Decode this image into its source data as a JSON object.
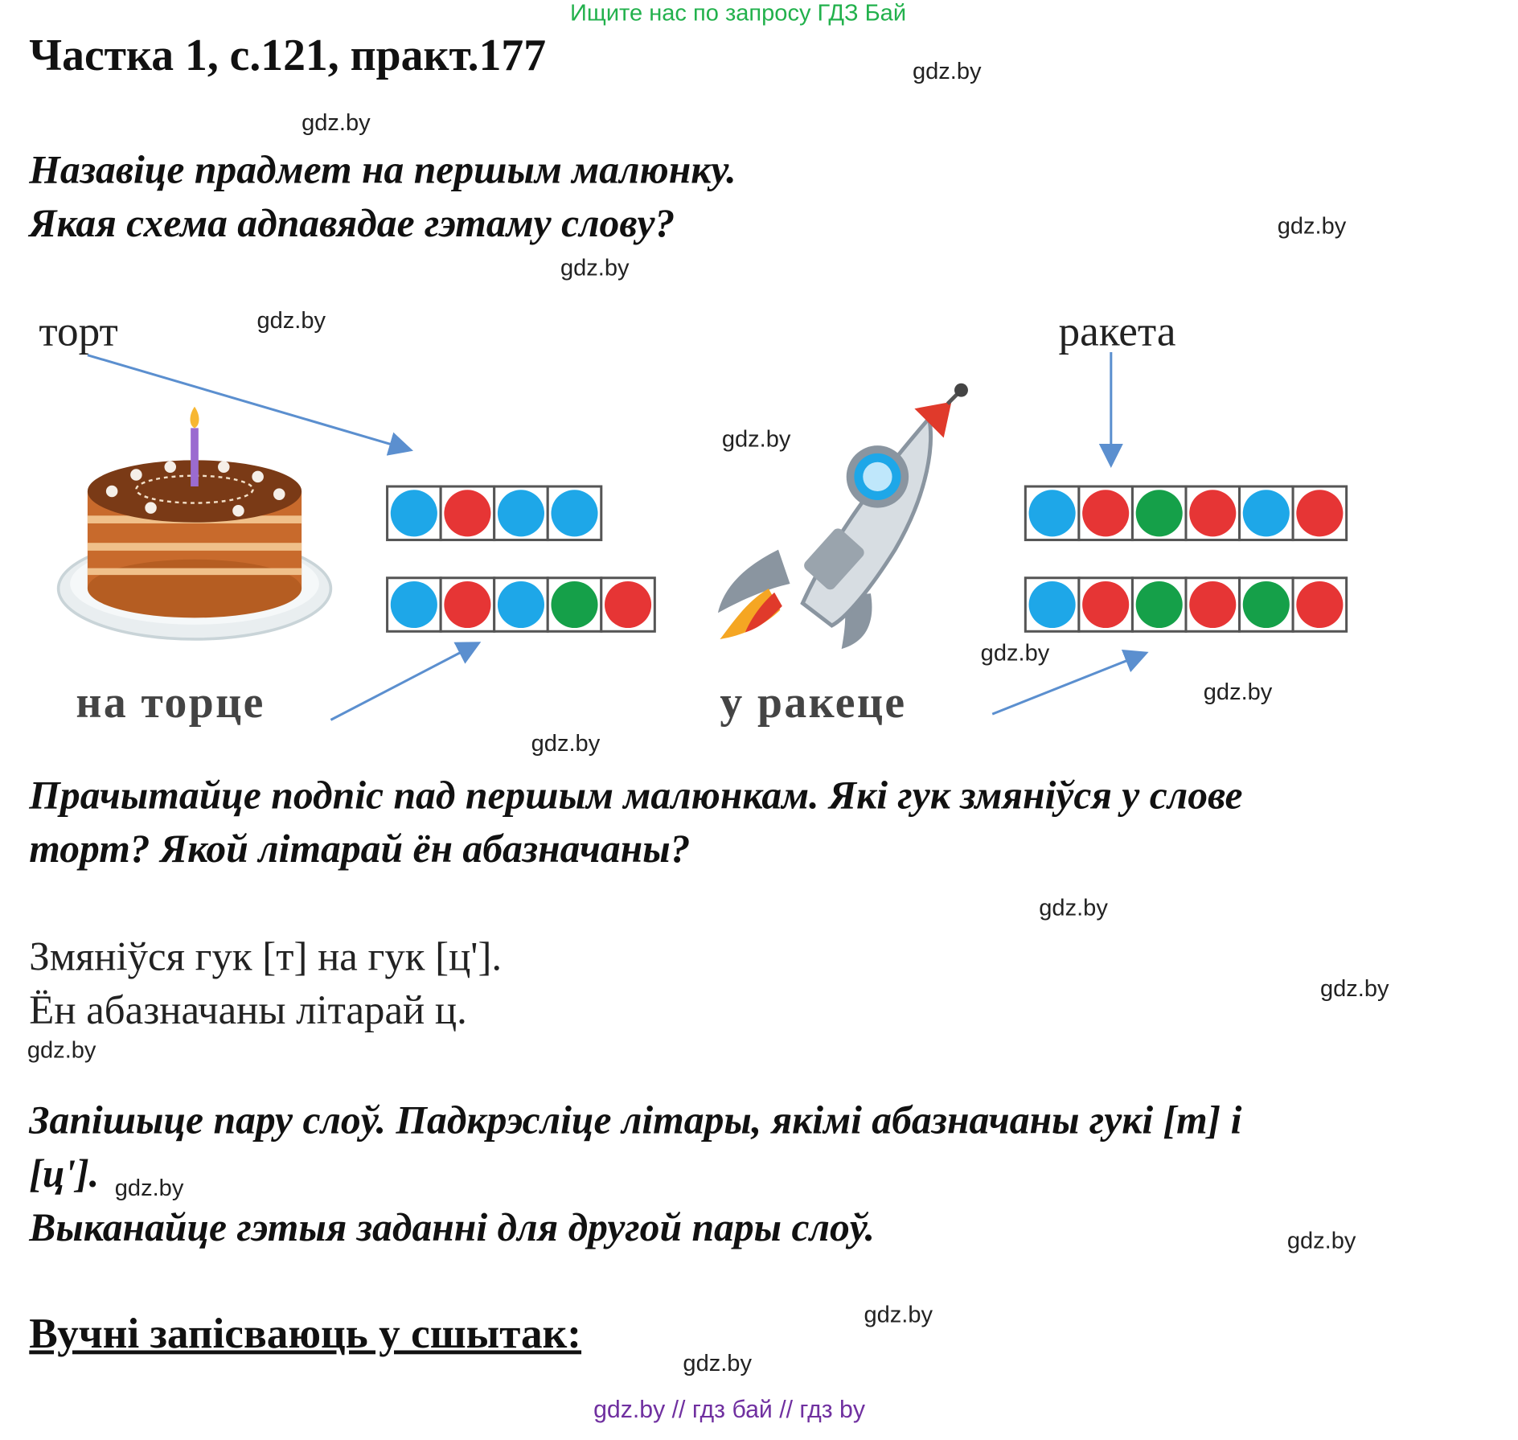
{
  "banner": "Ищите нас по запросу ГДЗ Бай",
  "heading": "Частка 1, с.121, практ.177",
  "task1": {
    "line1": "Назавіце прадмет на першым малюнку.",
    "line2": "Якая схема адпавядае гэтаму слову?"
  },
  "labels": {
    "tort": "торт",
    "raketa": "ракета"
  },
  "captions": {
    "cake": "на торце",
    "rocket": "у ракеце"
  },
  "schemes": {
    "cake_row1": [
      "blue",
      "red",
      "blue",
      "blue"
    ],
    "cake_row2": [
      "blue",
      "red",
      "blue",
      "green",
      "red"
    ],
    "rocket_row1": [
      "blue",
      "red",
      "green",
      "red",
      "blue",
      "red"
    ],
    "rocket_row2": [
      "blue",
      "red",
      "green",
      "red",
      "green",
      "red"
    ]
  },
  "colors": {
    "blue": "#1ea7e8",
    "red": "#e63535",
    "green": "#15a049",
    "arrow": "#5b8fcf",
    "banner": "#22b14c",
    "footer": "#7030a0"
  },
  "task2": {
    "line1": "Прачытайце подпіс пад першым малюнкам. Які гук змяніўся у слове",
    "line2": "торт? Якой літарай ён абазначаны?"
  },
  "answer": {
    "line1": "Змяніўся гук  [т] на гук [ц'].",
    "line2": "Ён абазначаны літарай ц."
  },
  "task3": {
    "line1": "Запішыце пару слоў. Падкрэсліце літары, якімі абазначаны гукі [т] і",
    "line2": "[ц'].",
    "line3": "Выканайце гэтыя заданні для другой пары слоў."
  },
  "notebook_heading": "Вучні запісваюць у сшытак:",
  "watermark": "gdz.by",
  "footer": "gdz.by  //  гдз бай  //  гдз by"
}
